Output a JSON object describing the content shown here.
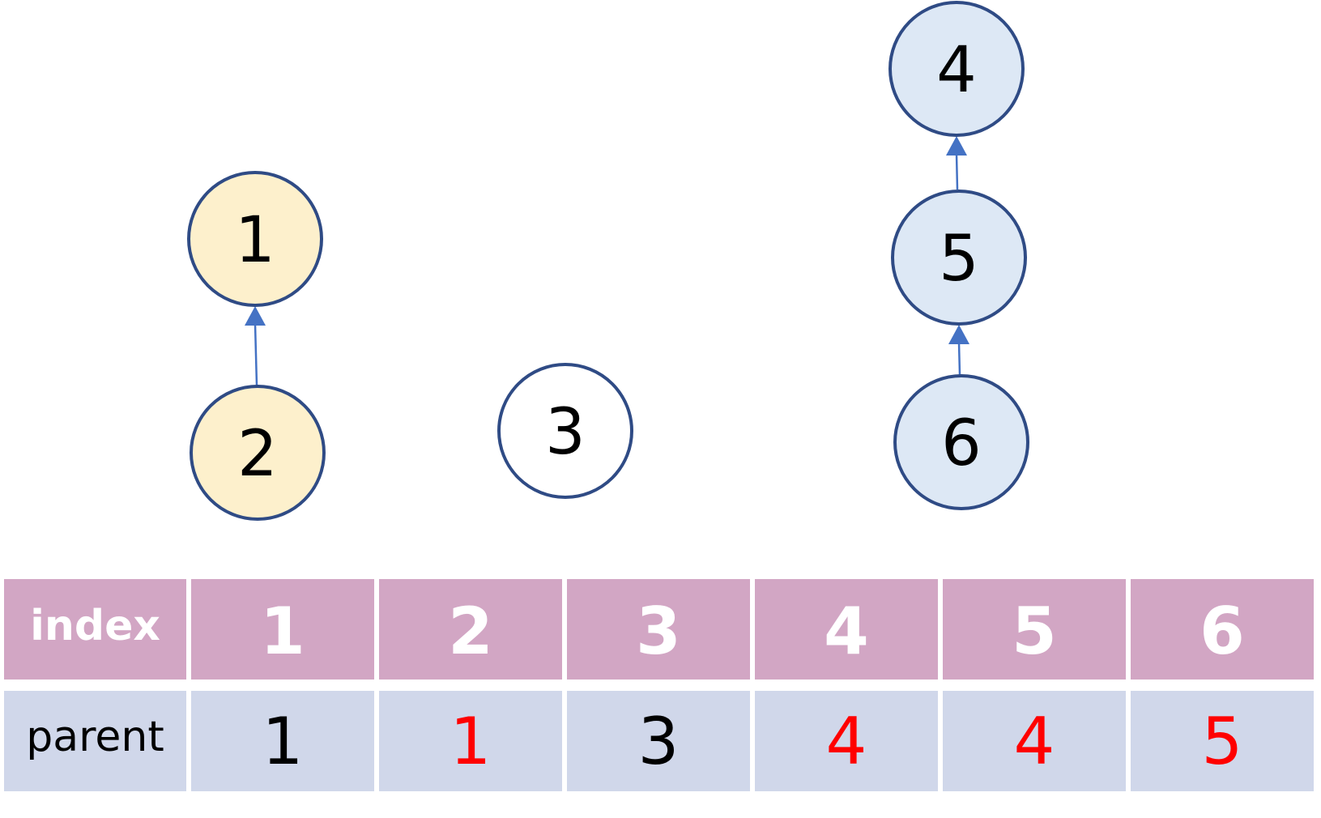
{
  "colors": {
    "node_border": "#2f4b85",
    "edge": "#4472c4",
    "tree_1_fill": "#fdf0cc",
    "tree_3_fill": "#ffffff",
    "tree_4_fill": "#dde8f5",
    "index_row_bg": "#d2a6c4",
    "parent_row_bg": "#d0d7ea",
    "changed_value": "#ff0000"
  },
  "nodes": [
    {
      "id": "n1",
      "label": "1",
      "tree": "1"
    },
    {
      "id": "n2",
      "label": "2",
      "tree": "1"
    },
    {
      "id": "n3",
      "label": "3",
      "tree": "3"
    },
    {
      "id": "n4",
      "label": "4",
      "tree": "4"
    },
    {
      "id": "n5",
      "label": "5",
      "tree": "4"
    },
    {
      "id": "n6",
      "label": "6",
      "tree": "4"
    }
  ],
  "edges": [
    {
      "from": "2",
      "to": "1"
    },
    {
      "from": "5",
      "to": "4"
    },
    {
      "from": "6",
      "to": "5"
    }
  ],
  "table": {
    "index_header": "index",
    "parent_header": "parent",
    "indices": [
      "1",
      "2",
      "3",
      "4",
      "5",
      "6"
    ],
    "parents": [
      "1",
      "1",
      "3",
      "4",
      "4",
      "5"
    ],
    "parent_changed": [
      false,
      true,
      false,
      true,
      true,
      true
    ]
  }
}
